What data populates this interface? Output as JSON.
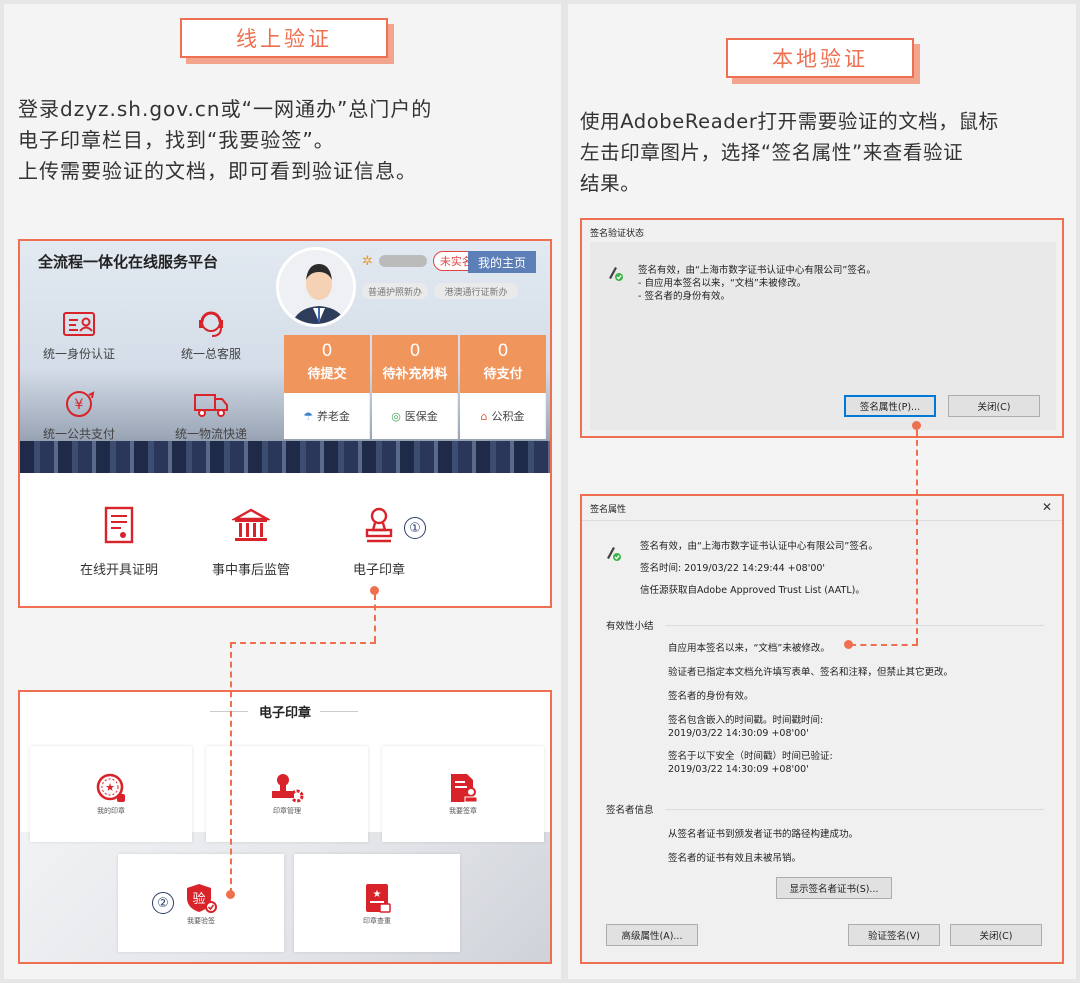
{
  "left": {
    "tag": "线上验证",
    "intro": [
      "登录dzyz.sh.gov.cn或“一网通办”总门户的",
      "电子印章栏目，找到“我要验签”。",
      "上传需要验证的文档，即可看到验证信息。"
    ],
    "portal": {
      "title": "全流程一体化在线服务平台",
      "services": [
        "统一身份认证",
        "统一总客服",
        "统一公共支付",
        "统一物流快递"
      ],
      "user_badge": "未实名",
      "home_button": "我的主页",
      "passport_pills": [
        "普通护照新办",
        "港澳通行证新办"
      ],
      "stats": [
        {
          "count": "0",
          "label": "待提交"
        },
        {
          "count": "0",
          "label": "待补充材料"
        },
        {
          "count": "0",
          "label": "待支付"
        }
      ],
      "funds": [
        "养老金",
        "医保金",
        "公积金"
      ],
      "tools": [
        "在线开具证明",
        "事中事后监管",
        "电子印章"
      ],
      "marker1": "①"
    },
    "seal": {
      "title": "电子印章",
      "cards": [
        "我的印章",
        "印章管理",
        "我要签章",
        "我要验签",
        "印章查重"
      ],
      "marker2": "②",
      "verify_glyph": "验"
    }
  },
  "right": {
    "tag": "本地验证",
    "intro": [
      "使用AdobeReader打开需要验证的文档，鼠标",
      "左击印章图片，选择“签名属性”来查看验证",
      "结果。"
    ],
    "status_dialog": {
      "title": "签名验证状态",
      "lines": [
        "签名有效，由“上海市数字证书认证中心有限公司”签名。",
        "- 自应用本签名以来，“文档”未被修改。",
        "- 签名者的身份有效。"
      ],
      "buttons": {
        "properties": "签名属性(P)...",
        "close": "关闭(C)"
      }
    },
    "properties_dialog": {
      "title": "签名属性",
      "close_glyph": "✕",
      "summary": [
        "签名有效，由“上海市数字证书认证中心有限公司”签名。",
        "签名时间:   2019/03/22 14:29:44 +08'00'",
        "信任源获取自Adobe Approved Trust List (AATL)。"
      ],
      "validity_title": "有效性小结",
      "validity": [
        "自应用本签名以来，“文档”未被修改。",
        "验证者已指定本文档允许填写表单、签名和注释，但禁止其它更改。",
        "签名者的身份有效。",
        "签名包含嵌入的时间戳。时间戳时间:",
        "2019/03/22 14:30:09 +08'00'",
        "签名于以下安全（时间戳）时间已验证:",
        "2019/03/22 14:30:09 +08'00'"
      ],
      "signer_title": "签名者信息",
      "signer": [
        "从签名者证书到颁发者证书的路径构建成功。",
        "签名者的证书有效且未被吊销。"
      ],
      "buttons": {
        "show_cert": "显示签名者证书(S)...",
        "advanced": "高级属性(A)...",
        "verify": "验证签名(V)",
        "close": "关闭(C)"
      }
    }
  },
  "colors": {
    "accent": "#ef7050",
    "orange_stat": "#f0955c",
    "red_icon": "#d8232a",
    "navy": "#2c3e6b"
  }
}
